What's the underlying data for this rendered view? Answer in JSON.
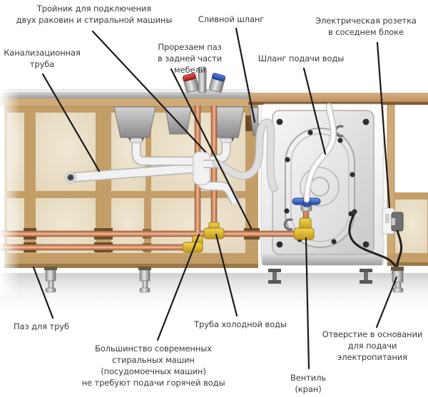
{
  "figure": {
    "kind": "plumbing-installation-diagram",
    "language": "ru"
  },
  "labels": {
    "tee_connector": {
      "text": "Тройник для подключения\nдвух раковин и стиральной машины"
    },
    "drain_hose": {
      "text": "Сливной шланг"
    },
    "electrical_outlet": {
      "text": "Электрическая розетка\nв соседнем блоке"
    },
    "sewer_pipe": {
      "text": "Канализационная\nтруба"
    },
    "groove_cut": {
      "text": "Прорезаем паз\nв задней части мебели"
    },
    "supply_hose": {
      "text": "Шланг подачи воды"
    },
    "pipe_groove": {
      "text": "Паз для труб"
    },
    "machines_note": {
      "text": "Большинство современных\nстиральных машин\n(посудомоечных машин)\nне требуют подачи горячей воды"
    },
    "cold_water_pipe": {
      "text": "Труба холодной воды"
    },
    "valve": {
      "text": "Вентиль\n(кран)"
    },
    "base_hole": {
      "text": "Отверстие в основании\nдля подачи\nэлектропитания"
    }
  },
  "colors": {
    "text": "#3a3a3a",
    "leader_line": "#1a1a1a",
    "cabinet_frame": "#c49e68",
    "cabinet_panel": "#e7dabf",
    "counter_metal": "#b5b5b5",
    "counter_wood": "#c9a272",
    "copper_pipe": "#cd8962",
    "brass_fitting": "#e3bd2e",
    "white_pipe": "#f1f1f1",
    "machine_panel": "#dcdcdc",
    "valve_handle_blue": "#2f64c8",
    "tap_hot_red": "#cc2b24",
    "tap_cold_blue": "#2b5fc0",
    "power_cord": "#1f1f1f"
  }
}
